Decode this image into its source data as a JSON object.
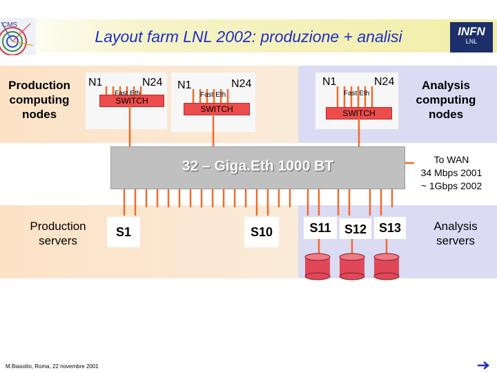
{
  "header": {
    "title": "Layout farm LNL 2002: produzione + analisi",
    "cms_logo": "CMS",
    "infn_logo": "INFN",
    "lnl_logo": "LNL"
  },
  "left": {
    "production_nodes": [
      "Production",
      "computing",
      "nodes"
    ],
    "production_servers": [
      "Production",
      "servers"
    ]
  },
  "right": {
    "analysis_nodes": [
      "Analysis",
      "computing",
      "nodes"
    ],
    "analysis_servers": [
      "Analysis",
      "servers"
    ],
    "wan": [
      "To WAN",
      "34 Mbps 2001",
      "~ 1Gbps 2002"
    ]
  },
  "racks": [
    {
      "n1": "N1",
      "n24": "N24",
      "fast": "Fast Eth",
      "switch": "SWITCH"
    },
    {
      "n1": "N1",
      "n24": "N24",
      "fast": "Fast Eth",
      "switch": "SWITCH"
    },
    {
      "n1": "N1",
      "n24": "N24",
      "fast": "Fast Eth",
      "switch": "SWITCH"
    }
  ],
  "backbone": "32 – Giga.Eth 1000 BT",
  "servers": [
    "S1",
    "S10",
    "S11",
    "S12",
    "S13"
  ],
  "footer": "M.Biasotto, Roma, 22 novembre 2001",
  "colors": {
    "title": "#1d2ec4",
    "switch": "#ed4c4c",
    "cable": "#f06a28",
    "disk": "#e0485a"
  }
}
